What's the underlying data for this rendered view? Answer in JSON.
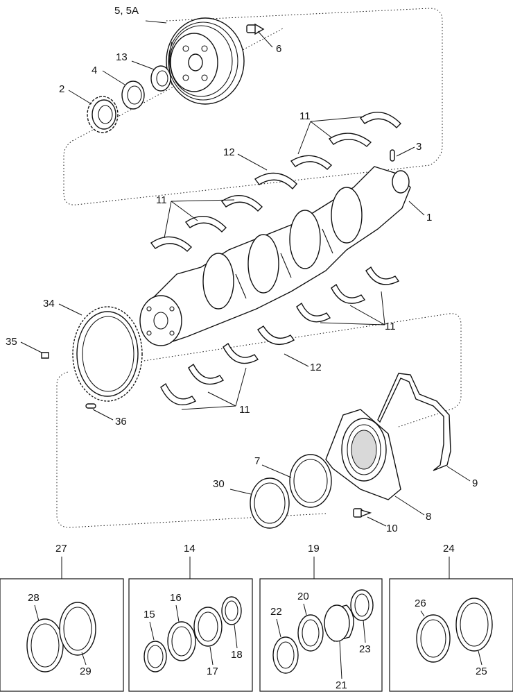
{
  "callouts": {
    "c5": "5, 5A",
    "c6": "6",
    "c13": "13",
    "c4": "4",
    "c2": "2",
    "c11a": "11",
    "c3": "3",
    "c12a": "12",
    "c11b": "11",
    "c1": "1",
    "c34": "34",
    "c35": "35",
    "c11c": "11",
    "c12b": "12",
    "c11d": "11",
    "c36": "36",
    "c7": "7",
    "c30": "30",
    "c9": "9",
    "c8": "8",
    "c10": "10",
    "c27": "27",
    "c14": "14",
    "c19": "19",
    "c24": "24",
    "c28": "28",
    "c29": "29",
    "c15": "15",
    "c16": "16",
    "c17": "17",
    "c18": "18",
    "c22": "22",
    "c20": "20",
    "c21": "21",
    "c23": "23",
    "c26": "26",
    "c25": "25"
  }
}
